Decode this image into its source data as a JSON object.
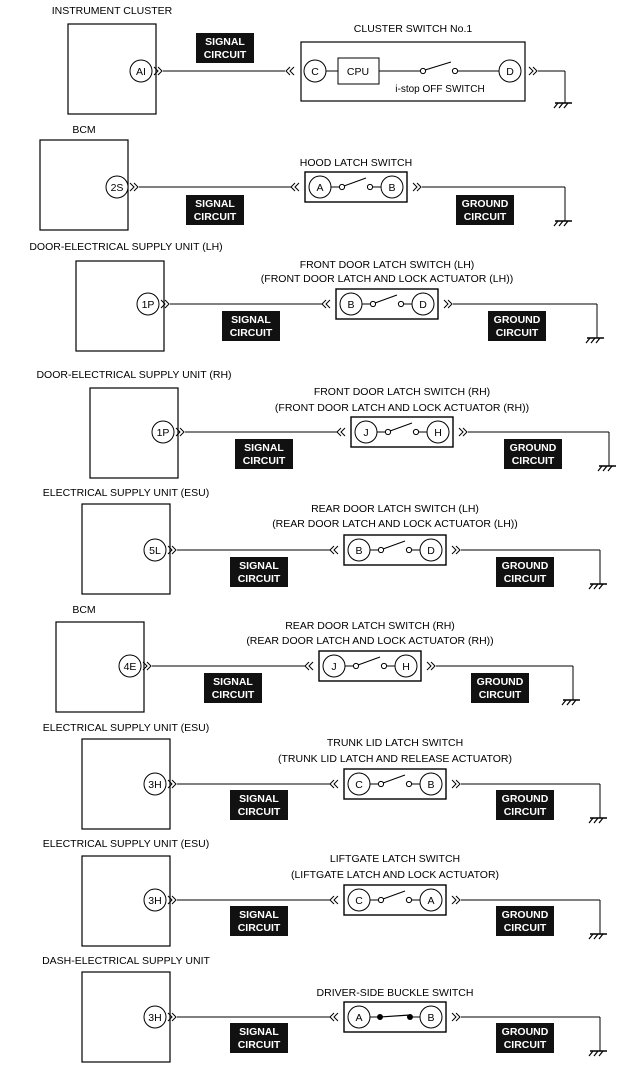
{
  "circuits": [
    {
      "unit_label": "INSTRUMENT CLUSTER",
      "unit_terminal": "AI",
      "switch_title_line1": "CLUSTER SWITCH No.1",
      "switch_title_line2": "",
      "switch_left_terminal": "C",
      "switch_right_terminal": "D",
      "cpu_label": "CPU",
      "inner_switch_label": "i-stop OFF SWITCH",
      "signal_label": [
        "SIGNAL",
        "CIRCUIT"
      ],
      "ground_label": [],
      "contact": "open"
    },
    {
      "unit_label": "BCM",
      "unit_terminal": "2S",
      "switch_title_line1": "HOOD LATCH SWITCH",
      "switch_title_line2": "",
      "switch_left_terminal": "A",
      "switch_right_terminal": "B",
      "signal_label": [
        "SIGNAL",
        "CIRCUIT"
      ],
      "ground_label": [
        "GROUND",
        "CIRCUIT"
      ],
      "contact": "open"
    },
    {
      "unit_label": "DOOR-ELECTRICAL SUPPLY UNIT (LH)",
      "unit_terminal": "1P",
      "switch_title_line1": "FRONT DOOR LATCH SWITCH (LH)",
      "switch_title_line2": "(FRONT DOOR LATCH AND LOCK ACTUATOR (LH))",
      "switch_left_terminal": "B",
      "switch_right_terminal": "D",
      "signal_label": [
        "SIGNAL",
        "CIRCUIT"
      ],
      "ground_label": [
        "GROUND",
        "CIRCUIT"
      ],
      "contact": "open"
    },
    {
      "unit_label": "DOOR-ELECTRICAL SUPPLY UNIT (RH)",
      "unit_terminal": "1P",
      "switch_title_line1": "FRONT DOOR LATCH SWITCH (RH)",
      "switch_title_line2": "(FRONT DOOR LATCH AND LOCK ACTUATOR (RH))",
      "switch_left_terminal": "J",
      "switch_right_terminal": "H",
      "signal_label": [
        "SIGNAL",
        "CIRCUIT"
      ],
      "ground_label": [
        "GROUND",
        "CIRCUIT"
      ],
      "contact": "open"
    },
    {
      "unit_label": "ELECTRICAL SUPPLY UNIT (ESU)",
      "unit_terminal": "5L",
      "switch_title_line1": "REAR DOOR LATCH SWITCH (LH)",
      "switch_title_line2": "(REAR DOOR LATCH AND LOCK ACTUATOR (LH))",
      "switch_left_terminal": "B",
      "switch_right_terminal": "D",
      "signal_label": [
        "SIGNAL",
        "CIRCUIT"
      ],
      "ground_label": [
        "GROUND",
        "CIRCUIT"
      ],
      "contact": "open"
    },
    {
      "unit_label": "BCM",
      "unit_terminal": "4E",
      "switch_title_line1": "REAR DOOR LATCH SWITCH (RH)",
      "switch_title_line2": "(REAR DOOR LATCH AND LOCK ACTUATOR (RH))",
      "switch_left_terminal": "J",
      "switch_right_terminal": "H",
      "signal_label": [
        "SIGNAL",
        "CIRCUIT"
      ],
      "ground_label": [
        "GROUND",
        "CIRCUIT"
      ],
      "contact": "open"
    },
    {
      "unit_label": "ELECTRICAL SUPPLY UNIT (ESU)",
      "unit_terminal": "3H",
      "switch_title_line1": "TRUNK LID LATCH SWITCH",
      "switch_title_line2": "(TRUNK LID LATCH AND RELEASE ACTUATOR)",
      "switch_left_terminal": "C",
      "switch_right_terminal": "B",
      "signal_label": [
        "SIGNAL",
        "CIRCUIT"
      ],
      "ground_label": [
        "GROUND",
        "CIRCUIT"
      ],
      "contact": "open"
    },
    {
      "unit_label": "ELECTRICAL SUPPLY UNIT (ESU)",
      "unit_terminal": "3H",
      "switch_title_line1": "LIFTGATE LATCH SWITCH",
      "switch_title_line2": "(LIFTGATE LATCH AND LOCK ACTUATOR)",
      "switch_left_terminal": "C",
      "switch_right_terminal": "A",
      "signal_label": [
        "SIGNAL",
        "CIRCUIT"
      ],
      "ground_label": [
        "GROUND",
        "CIRCUIT"
      ],
      "contact": "open"
    },
    {
      "unit_label": "DASH-ELECTRICAL SUPPLY UNIT",
      "unit_terminal": "3H",
      "switch_title_line1": "DRIVER-SIDE BUCKLE SWITCH",
      "switch_title_line2": "",
      "switch_left_terminal": "A",
      "switch_right_terminal": "B",
      "signal_label": [
        "SIGNAL",
        "CIRCUIT"
      ],
      "ground_label": [
        "GROUND",
        "CIRCUIT"
      ],
      "contact": "closed"
    }
  ]
}
